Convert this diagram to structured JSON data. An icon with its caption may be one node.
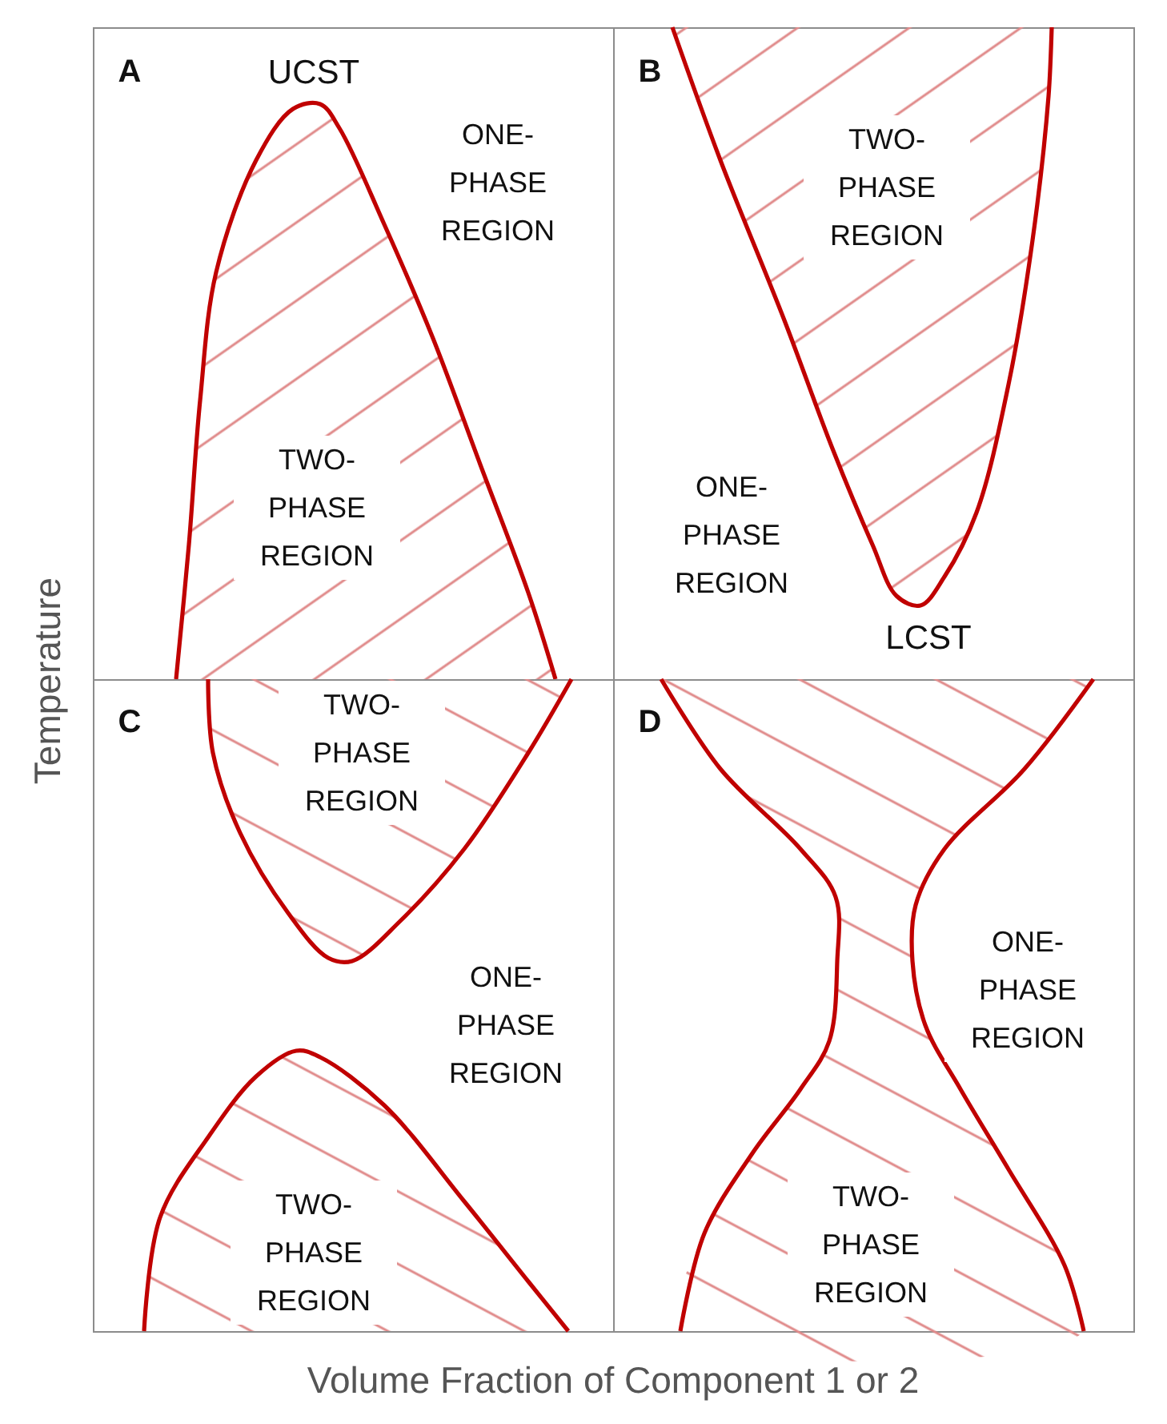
{
  "diagram": {
    "nodes": [
      {
        "text": [
          "A",
          "UCST",
          "ONE-PHASE REGION",
          "TWO-PHASE REGION"
        ]
      },
      {
        "text": [
          "B",
          "TWO-PHASE REGION",
          "ONE-PHASE REGION",
          "LCST"
        ]
      },
      {
        "text": [
          "C",
          "TWO-PHASE REGION",
          "ONE-PHASE REGION",
          "TWO-PHASE REGION"
        ]
      },
      {
        "text": [
          "D",
          "ONE-PHASE REGION",
          "TWO-PHASE REGION"
        ]
      }
    ],
    "labels": [
      "Temperature",
      "Volume Fraction of Component 1 or 2"
    ]
  }
}
